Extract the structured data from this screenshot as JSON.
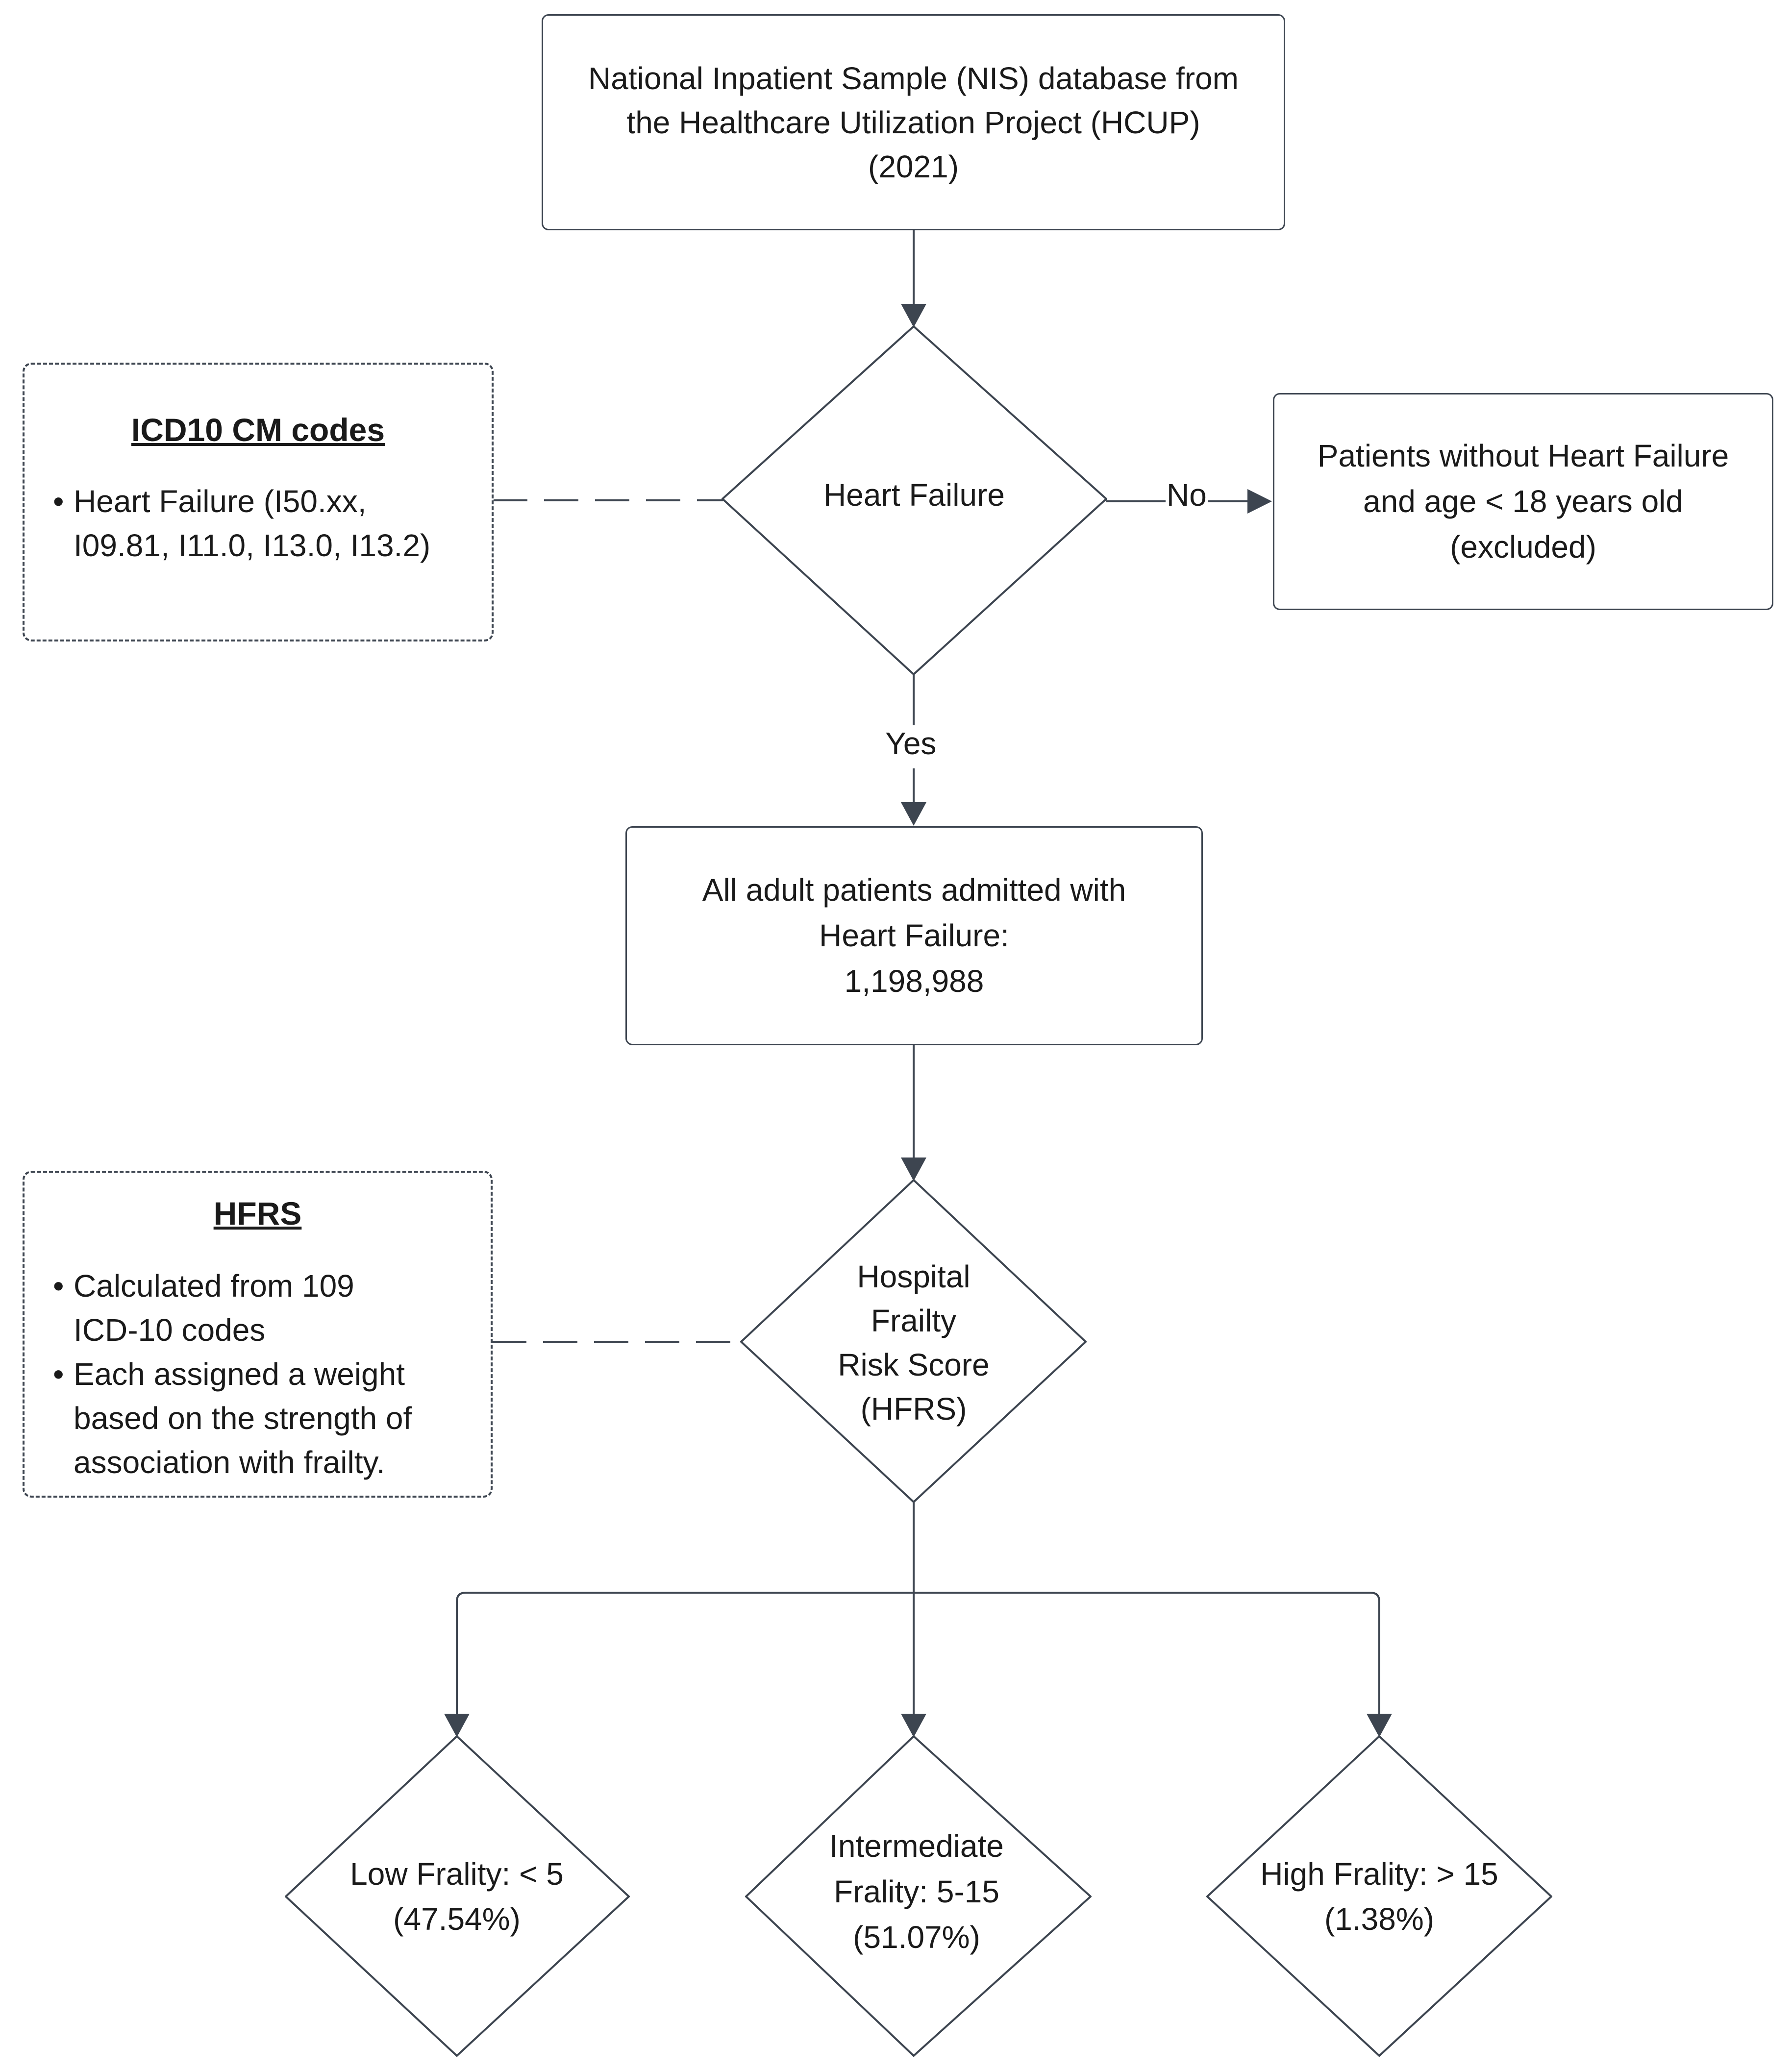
{
  "start_box": {
    "line1": "National Inpatient Sample (NIS) database from",
    "line2": "the Healthcare Utilization Project (HCUP)",
    "line3": "(2021)"
  },
  "decision_hf": {
    "label": "Heart Failure"
  },
  "no_label": "No",
  "yes_label": "Yes",
  "excluded_box": {
    "line1": "Patients without Heart Failure",
    "line2": "and age < 18 years old",
    "line3": "(excluded)"
  },
  "icd_note": {
    "title": "ICD10 CM codes",
    "items": [
      {
        "line1": "Heart Failure (I50.xx,",
        "line2": "I09.81, I11.0, I13.0, I13.2)"
      }
    ]
  },
  "adult_box": {
    "line1": "All adult patients admitted with",
    "line2": "Heart Failure:",
    "line3": "1,198,988"
  },
  "decision_hfrs": {
    "line1": "Hospital",
    "line2": "Frailty",
    "line3": "Risk Score",
    "line4": "(HFRS)"
  },
  "hfrs_note": {
    "title": "HFRS",
    "items": [
      {
        "line1": "Calculated from 109",
        "line2": "ICD-10 codes"
      },
      {
        "line1": "Each assigned a weight",
        "line2": "based on the strength of",
        "line3": "association with frailty."
      }
    ]
  },
  "outcomes": [
    {
      "line1": "Low Frality: < 5",
      "line2": "(47.54%)"
    },
    {
      "line1": "Intermediate",
      "line2": "Frality: 5-15",
      "line3": "(51.07%)"
    },
    {
      "line1": "High Frality: > 15",
      "line2": "(1.38%)"
    }
  ],
  "colors": {
    "stroke": "#3d4550",
    "text": "#1a1a1a",
    "background": "#ffffff"
  }
}
